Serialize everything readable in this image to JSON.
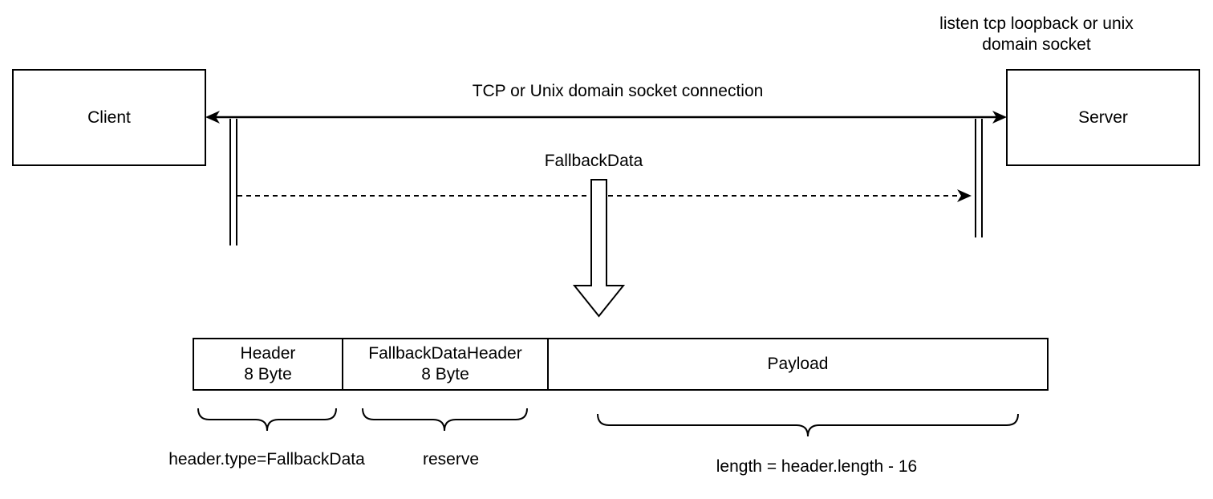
{
  "nodes": {
    "client": "Client",
    "server": "Server"
  },
  "labels": {
    "server_listen_line1": "listen tcp loopback or unix",
    "server_listen_line2": "domain socket",
    "connection": "TCP or Unix domain socket connection",
    "fallback_data": "FallbackData"
  },
  "packet": {
    "header_title": "Header",
    "header_size": "8 Byte",
    "fallback_header_title": "FallbackDataHeader",
    "fallback_header_size": "8 Byte",
    "payload_title": "Payload"
  },
  "annotations": {
    "header_note": "header.type=FallbackData",
    "fallback_header_note": "reserve",
    "payload_note": "length = header.length - 16"
  }
}
